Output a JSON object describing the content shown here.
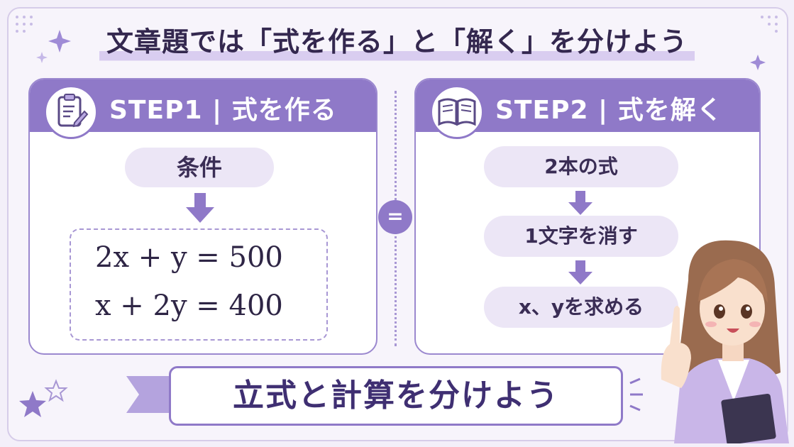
{
  "title": "文章題では「式を作る」と「解く」を分けよう",
  "step1": {
    "header": "STEP1 | 式を作る",
    "condition_label": "条件",
    "equations": [
      "2x + y = 500",
      "x + 2y = 400"
    ]
  },
  "step2": {
    "header": "STEP2 | 式を解く",
    "steps": [
      "2本の式",
      "1文字を消す",
      "x、yを求める"
    ]
  },
  "divider_symbol": "=",
  "bottom_banner": "立式と計算を分けよう",
  "colors": {
    "accent": "#8f79c8",
    "pill": "#ece6f6",
    "text": "#34284f",
    "background": "#f3eff9"
  },
  "icons": {
    "step1": "clipboard-pencil-icon",
    "step2": "open-book-icon"
  }
}
